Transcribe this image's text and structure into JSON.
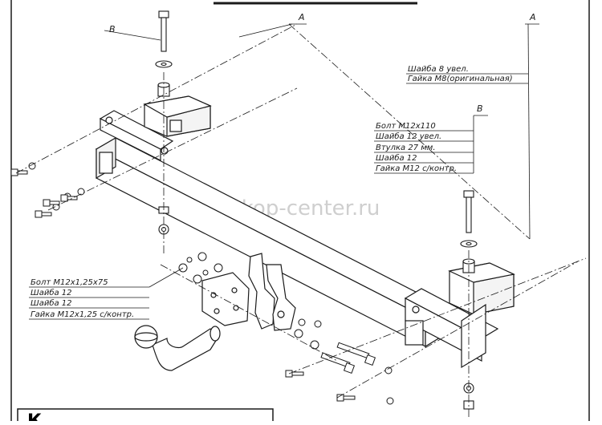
{
  "watermark": "farkop-center.ru",
  "callout_a_left": "A",
  "callout_a_right": "A",
  "callout_b_left": "B",
  "callout_b_right": "B",
  "label_group_right_top": {
    "items": [
      "Шайба 8 увел.",
      "Гайка М8(оригинальная)"
    ]
  },
  "label_group_right_mid": {
    "items": [
      "Болт М12х110",
      "Шайба 12 увел.",
      "Втулка 27 мм.",
      "Шайба 12",
      "Гайка М12 с/контр."
    ]
  },
  "label_group_left": {
    "items": [
      "Болт М12х1,25х75",
      "Шайба 12",
      "Шайба 12",
      "Гайка М12х1,25 с/контр."
    ]
  },
  "bottom_box_partial_text": "К",
  "colors": {
    "line": "#1a1a1a",
    "background": "#ffffff",
    "watermark": "#bfbfbf"
  }
}
